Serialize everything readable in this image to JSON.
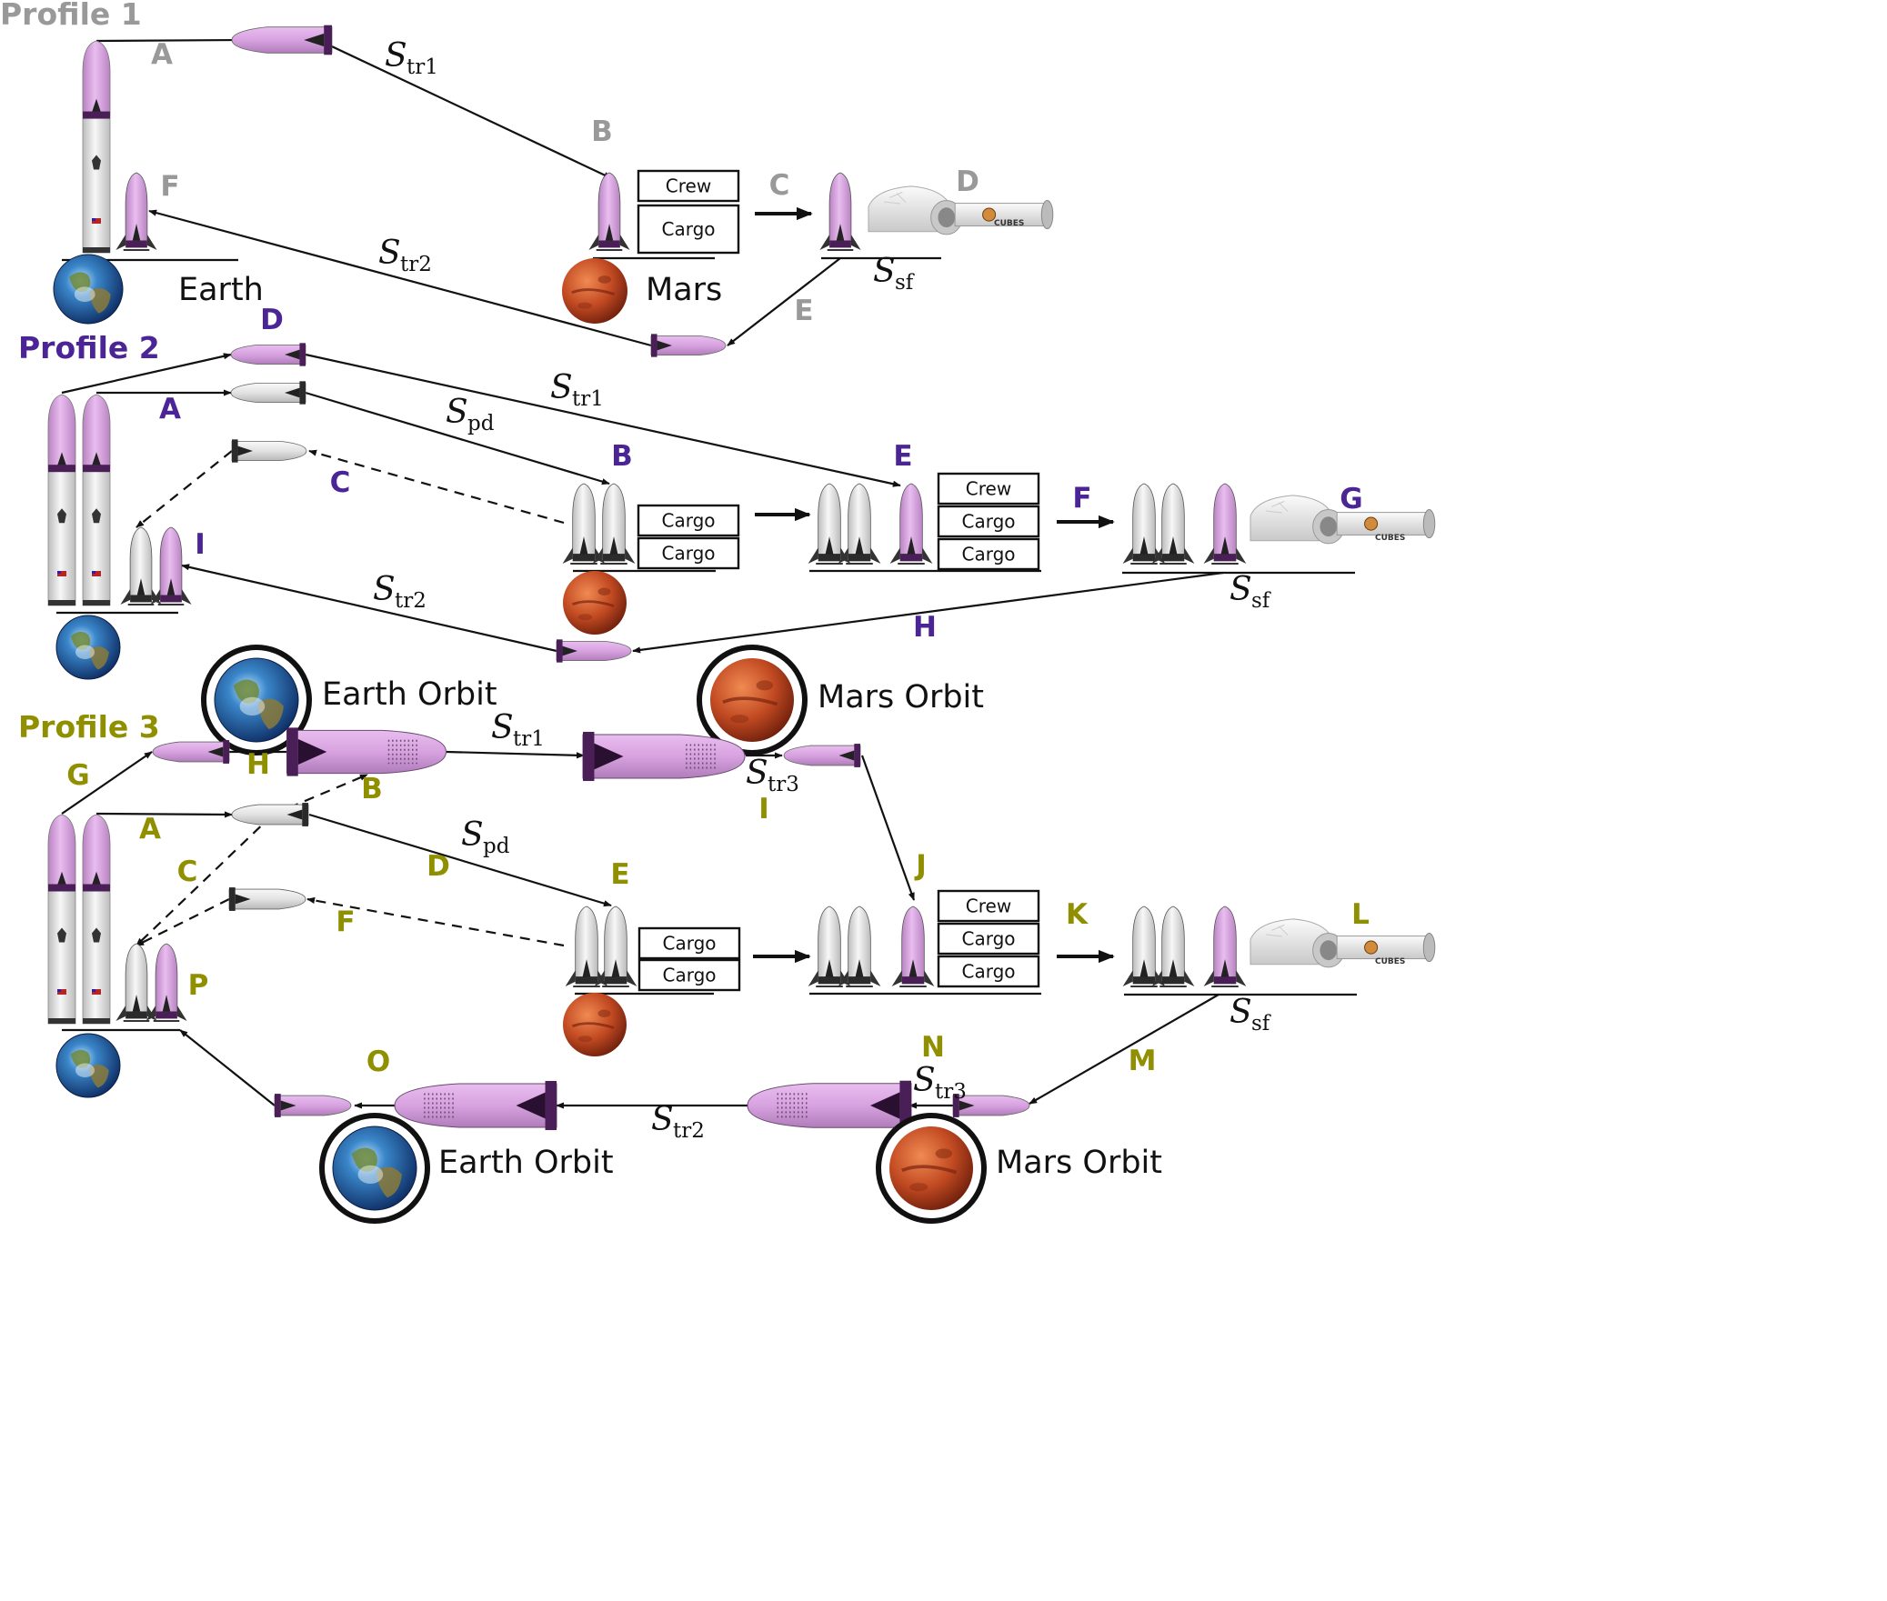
{
  "colors": {
    "profile1": "#999999",
    "profile2": "#4b2596",
    "profile3": "#8f8f00",
    "ship_pink": "#d9a4e0",
    "ship_dark": "#4a1f57",
    "booster_grey": "#e8e8e8",
    "mars": "#c1502a",
    "earth_ocean": "#1d5ea8",
    "earth_land": "#6e8a3a"
  },
  "profile1": {
    "heading": "Profile 1",
    "steps": {
      "A": "A",
      "B": "B",
      "C": "C",
      "D": "D",
      "E": "E",
      "F": "F"
    },
    "places": {
      "earth": "Earth",
      "mars": "Mars"
    },
    "boxes": [
      "Crew",
      "Cargo"
    ],
    "math": {
      "tr1": {
        "main": "S",
        "sub": "tr1"
      },
      "tr2": {
        "main": "S",
        "sub": "tr2"
      },
      "sf": {
        "main": "S",
        "sub": "sf"
      }
    },
    "logo": "CUBES"
  },
  "profile2": {
    "heading": "Profile 2",
    "steps": {
      "A": "A",
      "B": "B",
      "C": "C",
      "D": "D",
      "E": "E",
      "F": "F",
      "G": "G",
      "H": "H",
      "I": "I"
    },
    "boxes_b": [
      "Cargo",
      "Cargo"
    ],
    "boxes_e": [
      "Crew",
      "Cargo",
      "Cargo"
    ],
    "math": {
      "tr1": {
        "main": "S",
        "sub": "tr1"
      },
      "pd": {
        "main": "S",
        "sub": "pd"
      },
      "tr2": {
        "main": "S",
        "sub": "tr2"
      },
      "sf": {
        "main": "S",
        "sub": "sf"
      }
    },
    "logo": "CUBES"
  },
  "profile3": {
    "heading": "Profile 3",
    "steps": {
      "A": "A",
      "B": "B",
      "C": "C",
      "D": "D",
      "E": "E",
      "F": "F",
      "G": "G",
      "H": "H",
      "I": "I",
      "J": "J",
      "K": "K",
      "L": "L",
      "M": "M",
      "N": "N",
      "O": "O",
      "P": "P"
    },
    "places": {
      "earth_orbit_top": "Earth Orbit",
      "mars_orbit_top": "Mars Orbit",
      "earth_orbit_bottom": "Earth Orbit",
      "mars_orbit_bottom": "Mars Orbit"
    },
    "boxes_e": [
      "Cargo",
      "Cargo"
    ],
    "boxes_j": [
      "Crew",
      "Cargo",
      "Cargo"
    ],
    "math": {
      "tr1": {
        "main": "S",
        "sub": "tr1"
      },
      "tr3_top": {
        "main": "S",
        "sub": "tr3"
      },
      "pd": {
        "main": "S",
        "sub": "pd"
      },
      "sf": {
        "main": "S",
        "sub": "sf"
      },
      "tr3_bottom": {
        "main": "S",
        "sub": "tr3"
      },
      "tr2": {
        "main": "S",
        "sub": "tr2"
      }
    },
    "logo": "CUBES"
  }
}
